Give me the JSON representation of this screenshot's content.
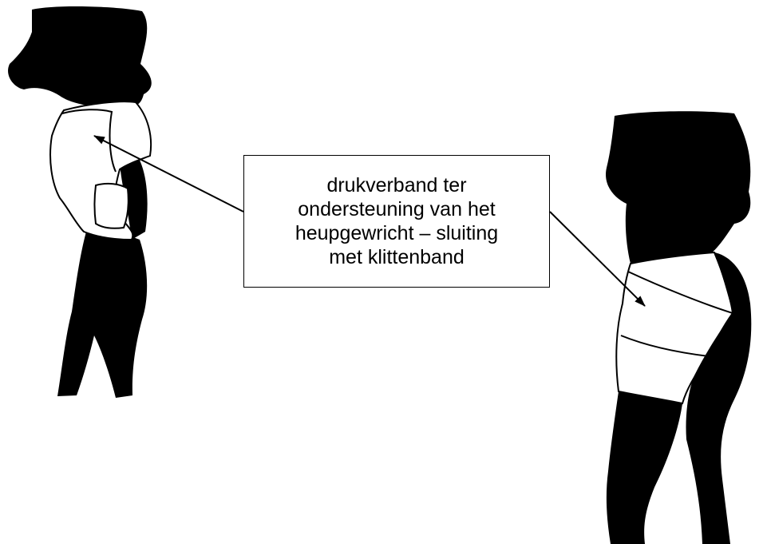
{
  "callout": {
    "lines": [
      "drukverband ter",
      "ondersteuning van het",
      "heupgewricht – sluiting",
      "met klittenband"
    ]
  },
  "figures": [
    {
      "name": "left-figure",
      "description_icon": "hip-support-bandage-front-view"
    },
    {
      "name": "right-figure",
      "description_icon": "hip-support-bandage-side-view"
    }
  ],
  "colors": {
    "silhouette": "#000000",
    "bandage": "#ffffff",
    "outline": "#000000"
  }
}
